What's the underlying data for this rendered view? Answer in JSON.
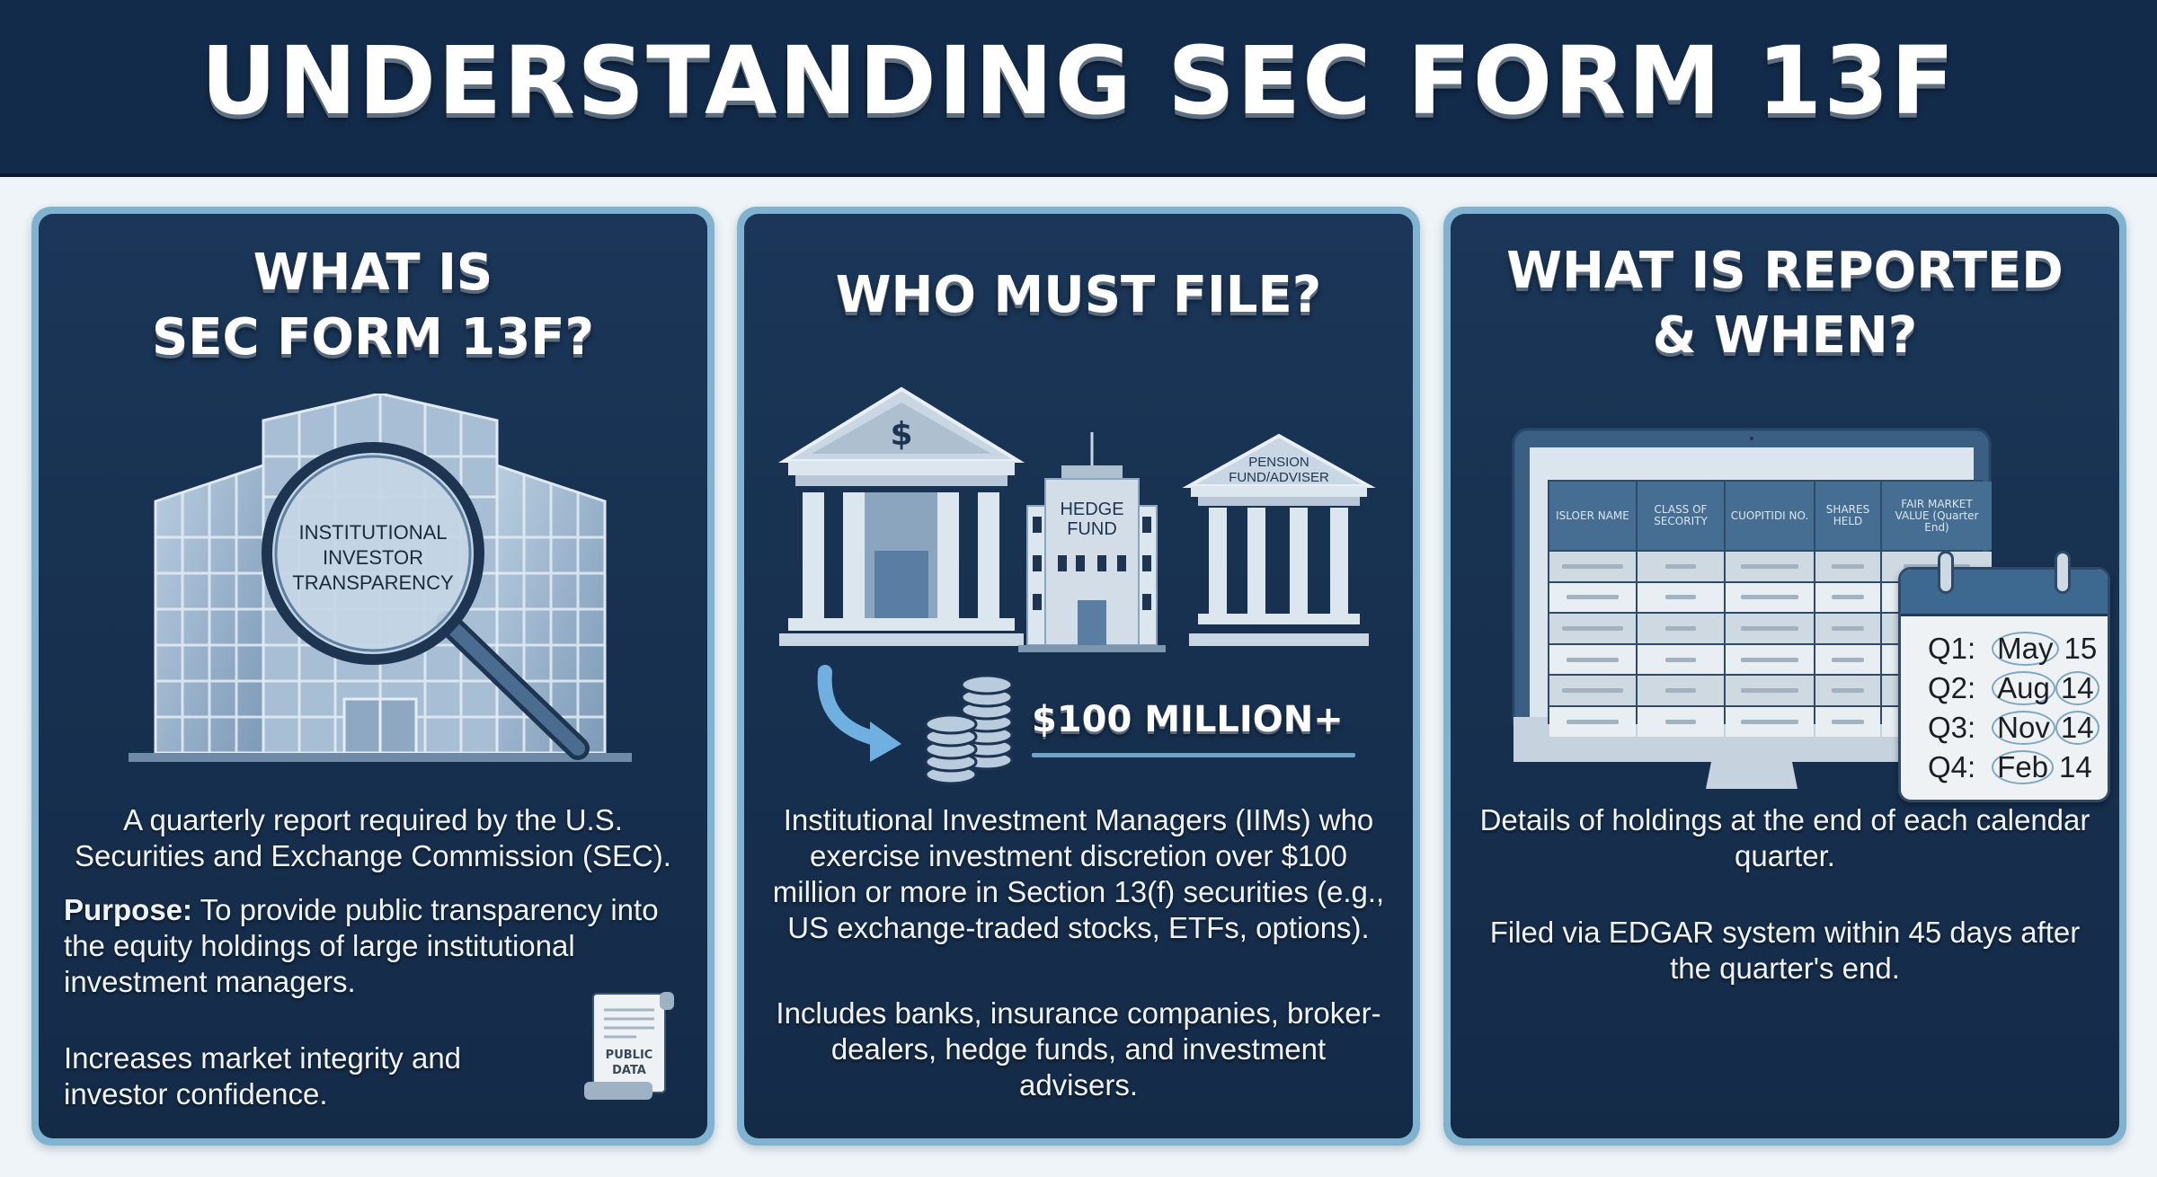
{
  "header": {
    "title": "UNDERSTANDING SEC FORM 13F"
  },
  "colors": {
    "header_bg": "#132b4a",
    "page_bg": "#eef4f7",
    "panel_border": "#7fb3cf",
    "panel_bg": "#17304f",
    "accent": "#6fa3c8",
    "text": "#ffffff"
  },
  "panels": [
    {
      "title_line1": "WHAT IS",
      "title_line2": "SEC FORM 13F?",
      "illustration": {
        "icon": "building-magnifier-icon",
        "magnifier_label_line1": "INSTITUTIONAL",
        "magnifier_label_line2": "INVESTOR",
        "magnifier_label_line3": "TRANSPARENCY"
      },
      "paragraph1": "A quarterly report required by the U.S. Securities and Exchange Commission (SEC).",
      "paragraph2_label": "Purpose:",
      "paragraph2": " To provide public transparency into the equity holdings of large institutional investment managers.",
      "paragraph3": "Increases market integrity and investor confidence.",
      "scroll_icon": {
        "icon": "document-scroll-icon",
        "label_line1": "PUBLIC",
        "label_line2": "DATA"
      }
    },
    {
      "title": "WHO MUST FILE?",
      "buildings": [
        {
          "icon": "bank-icon",
          "label": "$"
        },
        {
          "icon": "office-building-icon",
          "label_line1": "HEDGE",
          "label_line2": "FUND"
        },
        {
          "icon": "pension-building-icon",
          "label_line1": "PENSION",
          "label_line2": "FUND/ADVISER"
        }
      ],
      "threshold": {
        "icons": [
          "curved-arrow-icon",
          "coin-stack-icon"
        ],
        "label": "$100 MILLION+"
      },
      "paragraph1": "Institutional Investment Managers (IIMs) who exercise investment discretion over $100 million or more in Section 13(f) securities (e.g., US exchange-traded stocks, ETFs, options).",
      "paragraph2": "Includes banks, insurance companies, broker-dealers, hedge funds, and investment advisers."
    },
    {
      "title_line1": "WHAT IS REPORTED",
      "title_line2": "& WHEN?",
      "table": {
        "icon": "monitor-icon",
        "headers": [
          "ISLOER NAME",
          "CLASS OF SECORITY",
          "CUOPITIDI NO.",
          "SHARES HELD",
          "FAIR MARKET VALUE (Quarter End)"
        ],
        "row_count": 6
      },
      "calendar": {
        "icon": "calendar-icon",
        "deadlines": [
          {
            "quarter": "Q1:",
            "month": "May",
            "day": "15"
          },
          {
            "quarter": "Q2:",
            "month": "Aug",
            "day": "14"
          },
          {
            "quarter": "Q3:",
            "month": "Nov",
            "day": "14"
          },
          {
            "quarter": "Q4:",
            "month": "Feb",
            "day": "14"
          }
        ]
      },
      "paragraph1": "Details of holdings at the end of each calendar quarter.",
      "paragraph2": "Filed via EDGAR system within 45 days after the quarter's end."
    }
  ]
}
